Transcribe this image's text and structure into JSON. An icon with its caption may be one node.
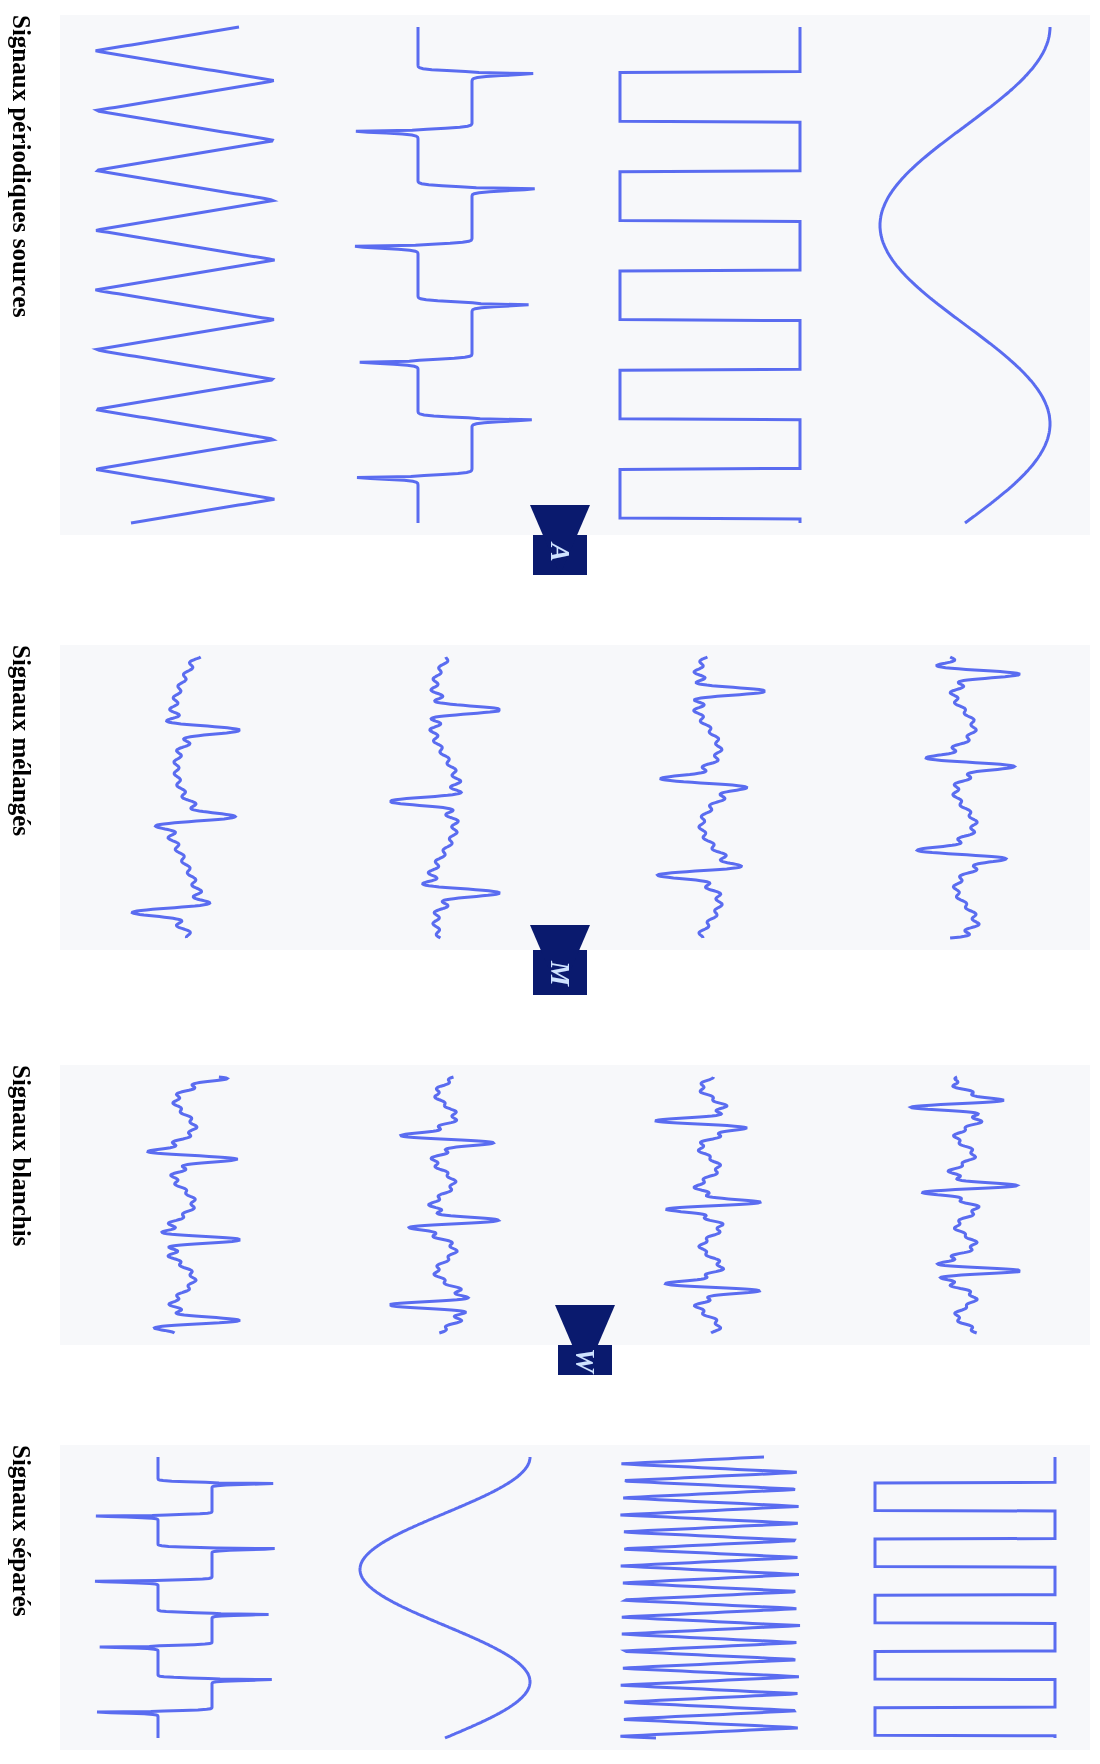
{
  "diagram": {
    "nodes": [
      {
        "text": [
          "Signaux périodiques sources"
        ]
      },
      {
        "text": [
          "Signaux mélangés"
        ]
      },
      {
        "text": [
          "Signaux blanchis"
        ]
      },
      {
        "text": [
          "Signaux séparés"
        ]
      }
    ],
    "edges": [
      {
        "from": 0,
        "to": 1,
        "arrow": "to",
        "label": "A"
      },
      {
        "from": 1,
        "to": 2,
        "arrow": "to",
        "label": "M"
      },
      {
        "from": 2,
        "to": 3,
        "arrow": "to",
        "label": "W"
      }
    ]
  }
}
